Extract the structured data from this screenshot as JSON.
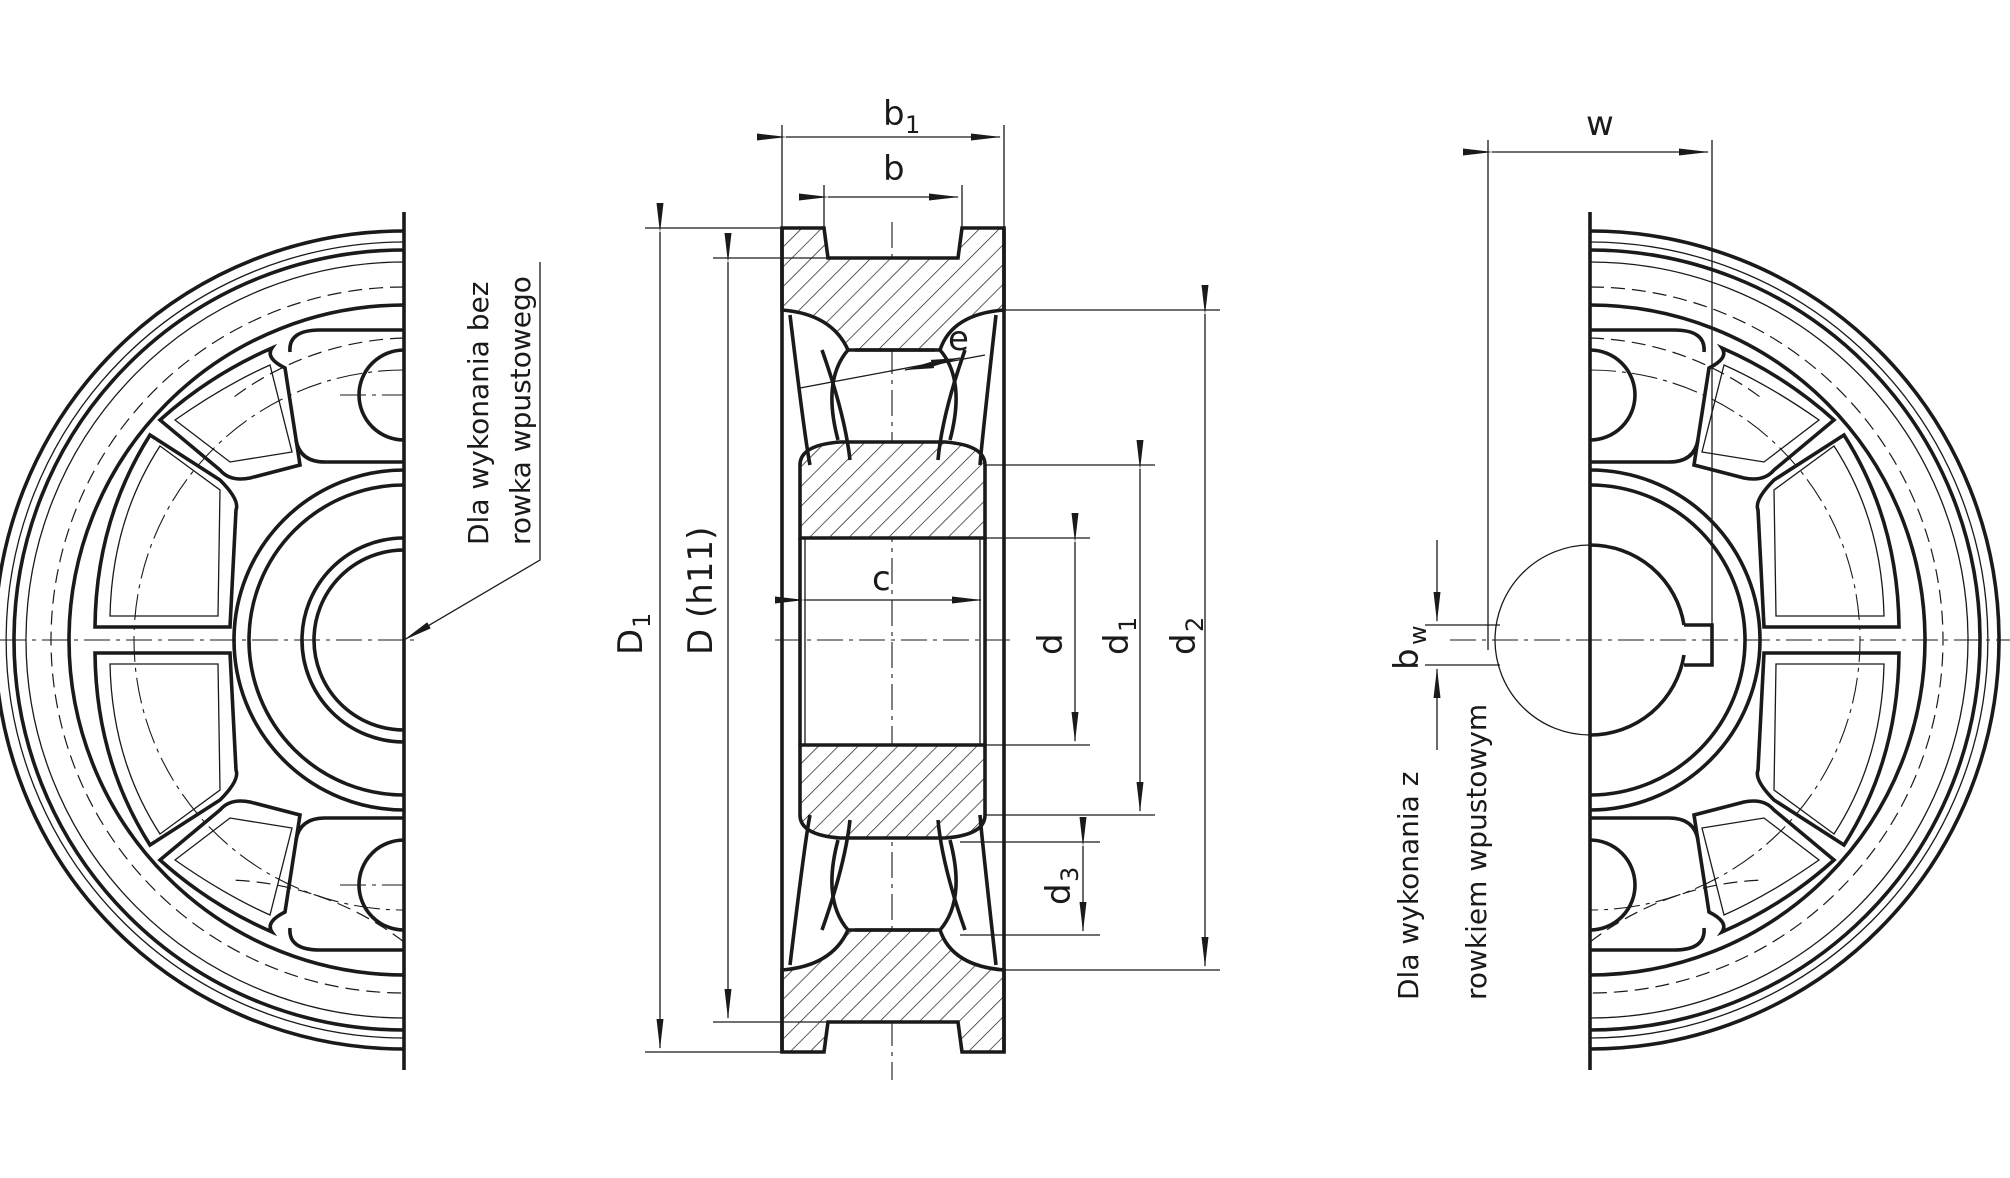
{
  "labels": {
    "b1": "b",
    "b1_sub": "1",
    "b": "b",
    "e": "e",
    "c": "c",
    "D1": "D",
    "D1_sub": "1",
    "D_h11": "D (h11)",
    "d": "d",
    "d1": "d",
    "d1_sub": "1",
    "d2": "d",
    "d2_sub": "2",
    "d3": "d",
    "d3_sub": "3",
    "w": "w",
    "bw": "b",
    "bw_sub": "w"
  },
  "notes": {
    "no_keyway_line1": "Dla wykonania bez",
    "no_keyway_line2": "rowka wpustowego",
    "with_keyway_line1": "Dla wykonania z",
    "with_keyway_line2": "rowkiem wpustowym"
  }
}
